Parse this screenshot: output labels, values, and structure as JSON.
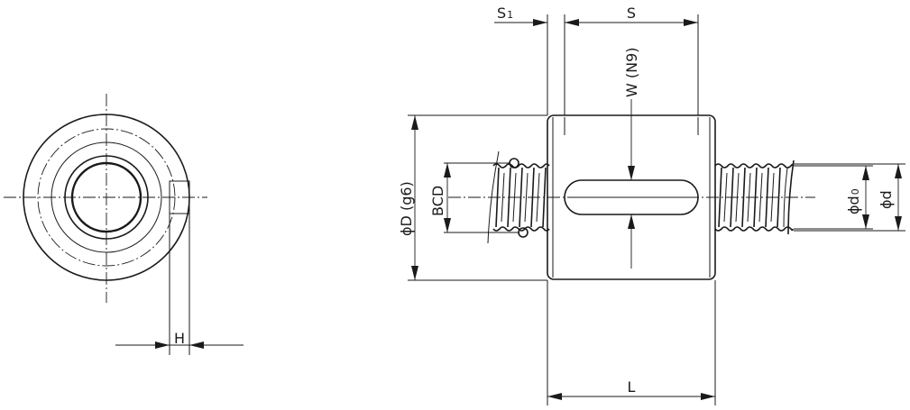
{
  "labels": {
    "s1": "S",
    "s1_sub": "1",
    "s": "S",
    "w": "W (N9)",
    "phi_d_g6": "ϕD (g6)",
    "bcd": "BCD",
    "phi_d0": "ϕd",
    "phi_d0_sub": "0",
    "phi_d": "ϕd",
    "h": "H",
    "l": "L"
  }
}
